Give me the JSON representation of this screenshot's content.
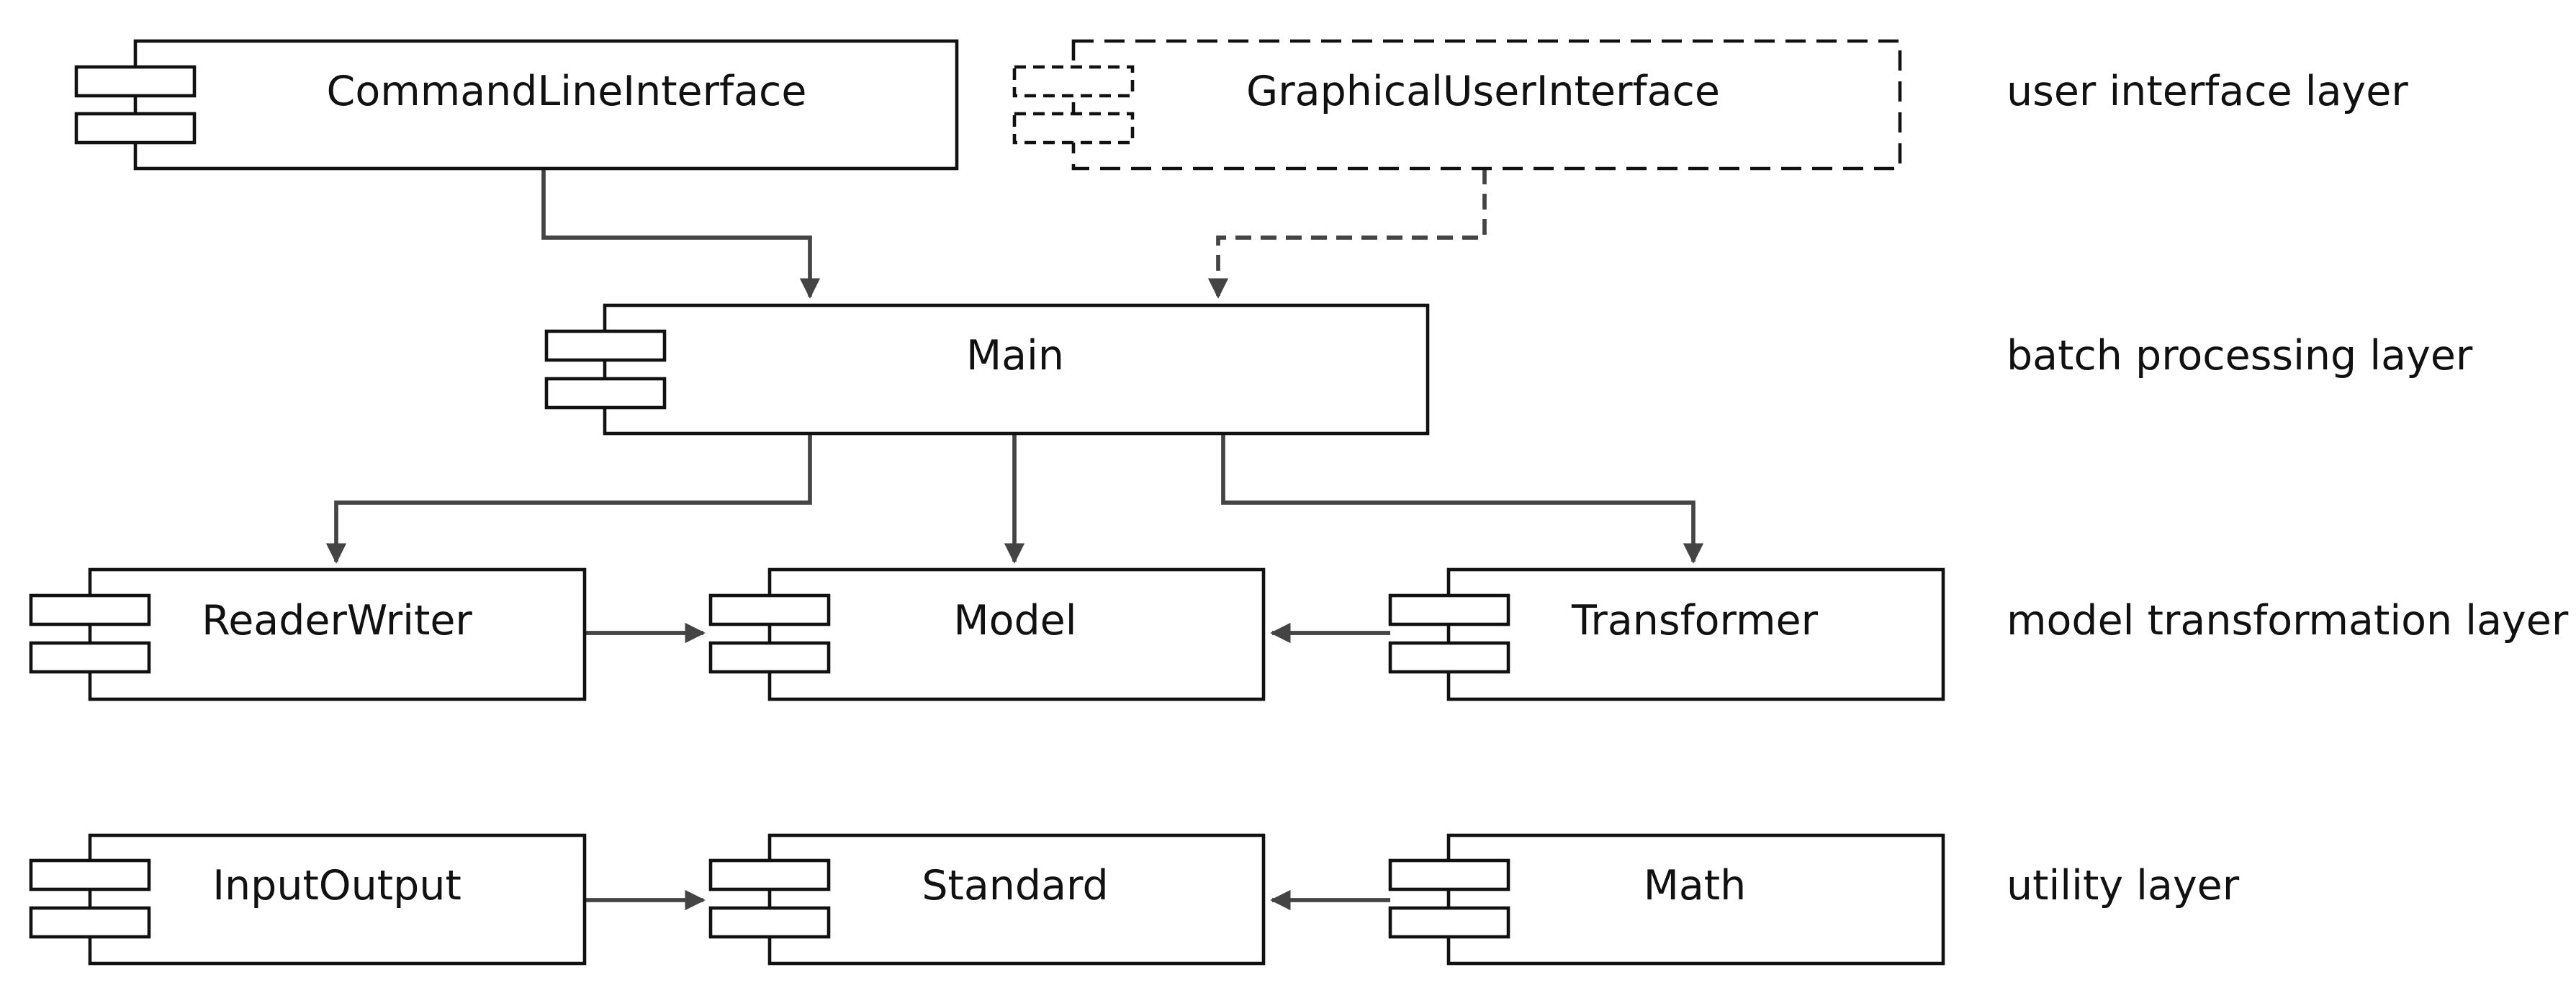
{
  "components": [
    {
      "id": "cli",
      "name": "CommandLineInterface",
      "style": "solid"
    },
    {
      "id": "gui",
      "name": "GraphicalUserInterface",
      "style": "dashed"
    },
    {
      "id": "main",
      "name": "Main",
      "style": "solid"
    },
    {
      "id": "readerwriter",
      "name": "ReaderWriter",
      "style": "solid"
    },
    {
      "id": "model",
      "name": "Model",
      "style": "solid"
    },
    {
      "id": "transformer",
      "name": "Transformer",
      "style": "solid"
    },
    {
      "id": "inputoutput",
      "name": "InputOutput",
      "style": "solid"
    },
    {
      "id": "standard",
      "name": "Standard",
      "style": "solid"
    },
    {
      "id": "math",
      "name": "Math",
      "style": "solid"
    }
  ],
  "layers": [
    {
      "id": "ui",
      "label": "user interface layer"
    },
    {
      "id": "batch",
      "label": "batch processing layer"
    },
    {
      "id": "model",
      "label": "model transformation layer"
    },
    {
      "id": "utility",
      "label": "utility layer"
    }
  ],
  "dependencies": [
    {
      "from": "CommandLineInterface",
      "to": "Main",
      "style": "solid"
    },
    {
      "from": "GraphicalUserInterface",
      "to": "Main",
      "style": "dashed"
    },
    {
      "from": "Main",
      "to": "ReaderWriter",
      "style": "solid"
    },
    {
      "from": "Main",
      "to": "Model",
      "style": "solid"
    },
    {
      "from": "Main",
      "to": "Transformer",
      "style": "solid"
    },
    {
      "from": "ReaderWriter",
      "to": "Model",
      "style": "solid"
    },
    {
      "from": "Transformer",
      "to": "Model",
      "style": "solid"
    },
    {
      "from": "InputOutput",
      "to": "Standard",
      "style": "solid"
    },
    {
      "from": "Math",
      "to": "Standard",
      "style": "solid"
    }
  ],
  "colors": {
    "box_stroke": "#111111",
    "edge": "#444444",
    "background": "#ffffff"
  }
}
